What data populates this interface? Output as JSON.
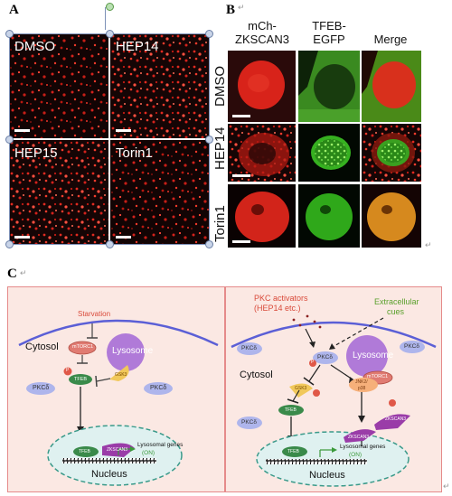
{
  "panel_a": {
    "letter": "A",
    "tiles": [
      {
        "label": "DMSO"
      },
      {
        "label": "HEP14"
      },
      {
        "label": "HEP15"
      },
      {
        "label": "Torin1"
      }
    ]
  },
  "panel_b": {
    "letter": "B",
    "columns": [
      {
        "line1": "mCh-",
        "line2": "ZKSCAN3"
      },
      {
        "line1": "TFEB-",
        "line2": "EGFP"
      },
      {
        "line1": "Merge",
        "line2": ""
      }
    ],
    "rows": [
      "DMSO",
      "HEP14",
      "Torin1"
    ]
  },
  "panel_c": {
    "letter": "C",
    "left": {
      "starvation": "Starvation",
      "cytosol": "Cytosol",
      "mtorc1": "mTORC1",
      "lysosome": "Lysosome",
      "gsk3": "GSK3",
      "tfeb": "TFEB",
      "pkc_left": "PKCδ",
      "pkc_right": "PKCδ",
      "phospho": "P",
      "tfeb_nuc": "TFEB",
      "zkscan_nuc": "ZKSCAN3",
      "lys_genes": "Lysosomal genes",
      "on": "(ON)",
      "nucleus": "Nucleus"
    },
    "right": {
      "pkc_activators_1": "PKC activators",
      "pkc_activators_2": "(HEP14 etc.)",
      "extracellular_1": "Extracellular",
      "extracellular_2": "cues",
      "pkc_mem_left": "PKCδ",
      "pkc_center": "PKCδ",
      "pkc_mem_right": "PKCδ",
      "lysosome": "Lysosome",
      "mtorc1": "mTORC1",
      "cytosol": "Cytosol",
      "gsk3": "GSK3",
      "tfeb": "TFEB",
      "jnk_1": "JNK2/",
      "jnk_2": "p38",
      "zkscan": "ZKSCAN3",
      "pkc_lower": "PKCδ",
      "zkscan_mid": "ZKSCAN3",
      "tfeb_nuc": "TFEB",
      "lys_genes": "Lysosomal genes",
      "on": "(ON)",
      "nucleus": "Nucleus",
      "phospho": "P"
    }
  },
  "colors": {
    "membrane": "#5b5fd6",
    "inhibit_red": "#d94a3a",
    "green_text": "#5aa02c",
    "lysosome": "#b07ad8",
    "nucleus_fill": "#dff1f0",
    "tfeb_green": "#3a8a4a",
    "pkc_fill": "#aeb5ec",
    "mtorc1_fill": "#e07b72",
    "zkscan_fill": "#9a3ca8"
  },
  "placeholder_marks": [
    "↵",
    "↵",
    "↵",
    "↵"
  ]
}
